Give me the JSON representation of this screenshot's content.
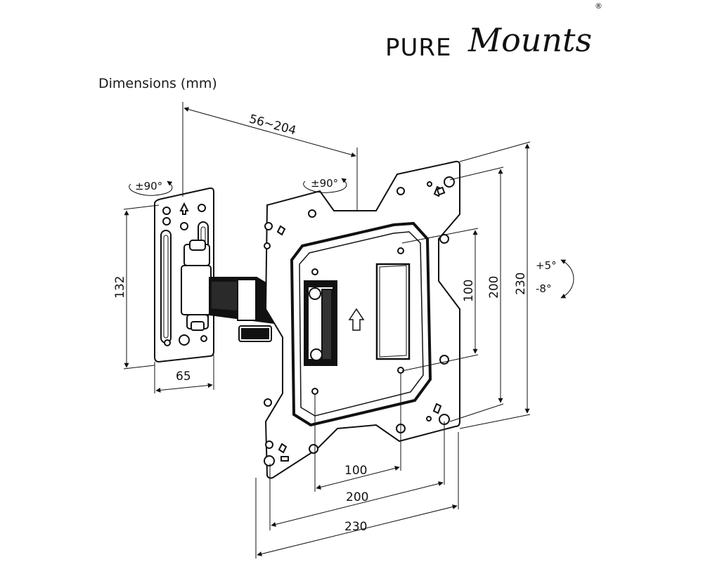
{
  "header": {
    "title": "Dimensions (mm)",
    "brand_plain": "PURE",
    "brand_script": "Mounts",
    "brand_mark": "®"
  },
  "dimensions": {
    "arm_extension": "56~204",
    "wall_plate_height": "132",
    "wall_plate_width": "65",
    "swivel_wall": "±90°",
    "swivel_arm": "±90°",
    "tilt_up": "+5°",
    "tilt_down": "-8°",
    "vesa_inner_h": "100",
    "vesa_mid_h": "200",
    "vesa_outer_h": "230",
    "vesa_inner_v": "100",
    "vesa_mid_v": "200",
    "vesa_outer_v": "230"
  },
  "colors": {
    "ink": "#111111",
    "background": "#ffffff"
  }
}
